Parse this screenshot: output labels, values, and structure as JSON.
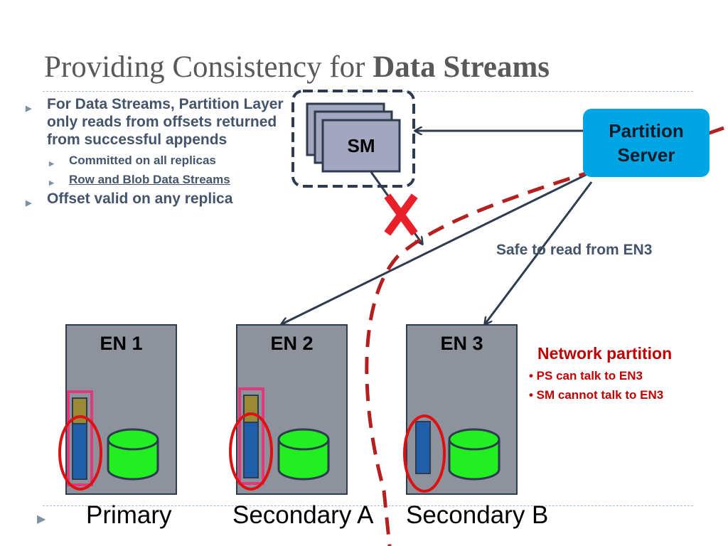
{
  "title": {
    "regular": "Providing Consistency for ",
    "bold": "Data Streams"
  },
  "bullets": {
    "item1": "For Data Streams, Partition Layer only reads from offsets returned from successful appends",
    "sub1": "Committed on all replicas",
    "sub2": "Row and Blob Data Streams",
    "item2": "Offset valid on any replica"
  },
  "sm_label": "SM",
  "partition_server_label": "Partition Server",
  "safe_read_label": "Safe to read from EN3",
  "nodes": [
    {
      "label": "EN 1",
      "role": "Primary"
    },
    {
      "label": "EN 2",
      "role": "Secondary A"
    },
    {
      "label": "EN 3",
      "role": "Secondary B"
    }
  ],
  "network_partition": {
    "title": "Network partition",
    "items": [
      "• PS can talk to EN3",
      "• SM cannot talk to EN3"
    ]
  },
  "colors": {
    "title": "#595959",
    "bullet_text": "#44546a",
    "partition_server": "#00a6e3",
    "partition_line": "#c00000",
    "node_box": "#8e929c",
    "disk": "#22ee22",
    "stream_blue": "#1f5faa",
    "stream_olive": "#9b8a35",
    "highlight_pink": "#e03a7a",
    "highlight_red": "#dd1111"
  }
}
